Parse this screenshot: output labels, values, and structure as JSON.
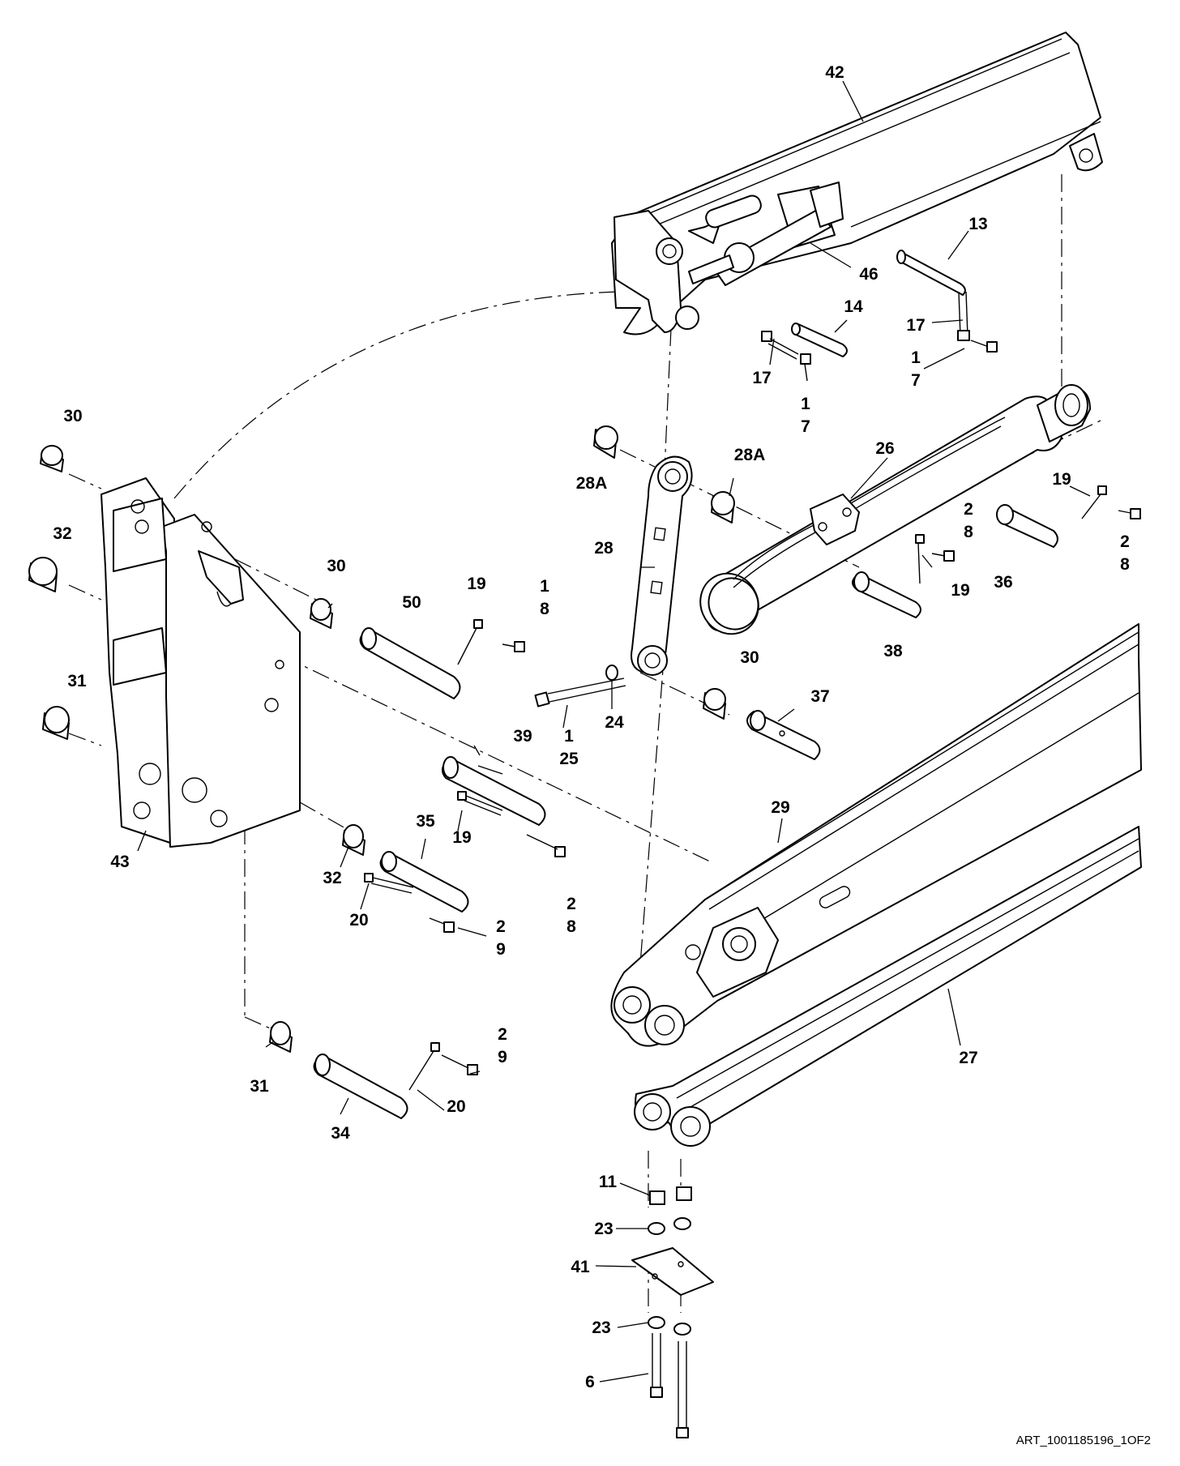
{
  "figure": {
    "art_id": "ART_1001185196_1OF2"
  },
  "callouts": [
    {
      "id": "c42",
      "text": "42"
    },
    {
      "id": "c13",
      "text": "13"
    },
    {
      "id": "c46",
      "text": "46"
    },
    {
      "id": "c14",
      "text": "14"
    },
    {
      "id": "c17a",
      "text": "17"
    },
    {
      "id": "c17b",
      "text": "17"
    },
    {
      "id": "c1_7a",
      "text": "1\n7"
    },
    {
      "id": "c1_7b",
      "text": "1\n7"
    },
    {
      "id": "c30a",
      "text": "30"
    },
    {
      "id": "c32a",
      "text": "32"
    },
    {
      "id": "c31a",
      "text": "31"
    },
    {
      "id": "c43",
      "text": "43"
    },
    {
      "id": "c30b",
      "text": "30"
    },
    {
      "id": "c50",
      "text": "50"
    },
    {
      "id": "c19a",
      "text": "19"
    },
    {
      "id": "c1_8",
      "text": "1\n8"
    },
    {
      "id": "c28Aa",
      "text": "28A"
    },
    {
      "id": "c28Ab",
      "text": "28A"
    },
    {
      "id": "c28",
      "text": "28"
    },
    {
      "id": "c26",
      "text": "26"
    },
    {
      "id": "c19b",
      "text": "19"
    },
    {
      "id": "c2_8a",
      "text": "2\n8"
    },
    {
      "id": "c2_8b",
      "text": "2\n8"
    },
    {
      "id": "c19c",
      "text": "19"
    },
    {
      "id": "c36",
      "text": "36"
    },
    {
      "id": "c38",
      "text": "38"
    },
    {
      "id": "c30c",
      "text": "30"
    },
    {
      "id": "c37",
      "text": "37"
    },
    {
      "id": "c24",
      "text": "24"
    },
    {
      "id": "c1_25",
      "text": "1\n25"
    },
    {
      "id": "c39",
      "text": "39"
    },
    {
      "id": "c19d",
      "text": "19"
    },
    {
      "id": "c29",
      "text": "29"
    },
    {
      "id": "c35",
      "text": "35"
    },
    {
      "id": "c32b",
      "text": "32"
    },
    {
      "id": "c20a",
      "text": "20"
    },
    {
      "id": "c2_9a",
      "text": "2\n9"
    },
    {
      "id": "c2_8c",
      "text": "2\n8"
    },
    {
      "id": "c27",
      "text": "27"
    },
    {
      "id": "c2_9b",
      "text": "2\n9"
    },
    {
      "id": "c31b",
      "text": "31"
    },
    {
      "id": "c20b",
      "text": "20"
    },
    {
      "id": "c34",
      "text": "34"
    },
    {
      "id": "c11",
      "text": "11"
    },
    {
      "id": "c23a",
      "text": "23"
    },
    {
      "id": "c41",
      "text": "41"
    },
    {
      "id": "c23b",
      "text": "23"
    },
    {
      "id": "c6",
      "text": "6"
    }
  ]
}
